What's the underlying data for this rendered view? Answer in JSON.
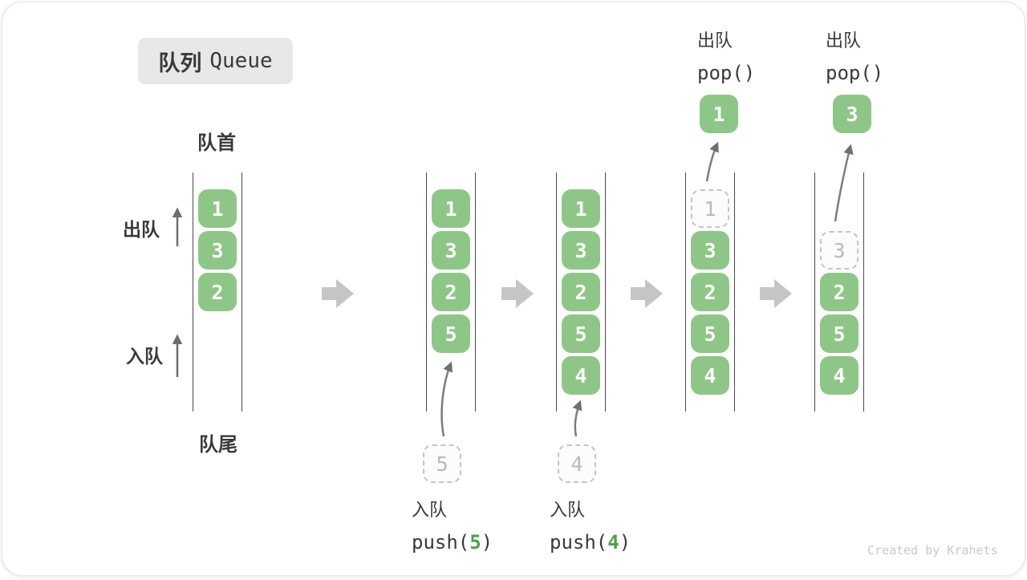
{
  "diagram_title": {
    "zh": "队列",
    "en": "Queue"
  },
  "queue_labels": {
    "front": "队首",
    "rear": "队尾",
    "dequeue_direction": "出队",
    "enqueue_direction": "入队"
  },
  "states": [
    {
      "items": [
        {
          "row": 0,
          "value": "1",
          "variant": "solid"
        },
        {
          "row": 1,
          "value": "3",
          "variant": "solid"
        },
        {
          "row": 2,
          "value": "2",
          "variant": "solid"
        }
      ]
    },
    {
      "items": [
        {
          "row": 0,
          "value": "1",
          "variant": "solid"
        },
        {
          "row": 1,
          "value": "3",
          "variant": "solid"
        },
        {
          "row": 2,
          "value": "2",
          "variant": "solid"
        },
        {
          "row": 3,
          "value": "5",
          "variant": "solid"
        }
      ]
    },
    {
      "items": [
        {
          "row": 0,
          "value": "1",
          "variant": "solid"
        },
        {
          "row": 1,
          "value": "3",
          "variant": "solid"
        },
        {
          "row": 2,
          "value": "2",
          "variant": "solid"
        },
        {
          "row": 3,
          "value": "5",
          "variant": "solid"
        },
        {
          "row": 4,
          "value": "4",
          "variant": "solid"
        }
      ]
    },
    {
      "items": [
        {
          "row": 0,
          "value": "1",
          "variant": "dashed"
        },
        {
          "row": 1,
          "value": "3",
          "variant": "solid"
        },
        {
          "row": 2,
          "value": "2",
          "variant": "solid"
        },
        {
          "row": 3,
          "value": "5",
          "variant": "solid"
        },
        {
          "row": 4,
          "value": "4",
          "variant": "solid"
        }
      ]
    },
    {
      "items": [
        {
          "row": 1,
          "value": "3",
          "variant": "dashed"
        },
        {
          "row": 2,
          "value": "2",
          "variant": "solid"
        },
        {
          "row": 3,
          "value": "5",
          "variant": "solid"
        },
        {
          "row": 4,
          "value": "4",
          "variant": "solid"
        }
      ]
    }
  ],
  "enqueue_ops": [
    {
      "label": "入队",
      "code_prefix": "push(",
      "arg": "5",
      "code_suffix": ")",
      "pending_value": "5"
    },
    {
      "label": "入队",
      "code_prefix": "push(",
      "arg": "4",
      "code_suffix": ")",
      "pending_value": "4"
    }
  ],
  "dequeue_ops": [
    {
      "label": "出队",
      "code": "pop()",
      "popped_value": "1"
    },
    {
      "label": "出队",
      "code": "pop()",
      "popped_value": "3"
    }
  ],
  "watermark": "Created by Krahets",
  "colors": {
    "item_green": "#8EC687",
    "code_arg_green": "#4CA04E",
    "rail_line": "#4a4a4a",
    "text_dark": "#3a3a3a",
    "flow_arrow_gray": "#c5c5c5",
    "pointer_arrow_gray": "#7d7d7d",
    "dashed_border": "#c4c4c4",
    "dashed_text": "#b9b9b9",
    "badge_bg": "#e8e8e8",
    "watermark_gray": "#c9c9c9"
  }
}
